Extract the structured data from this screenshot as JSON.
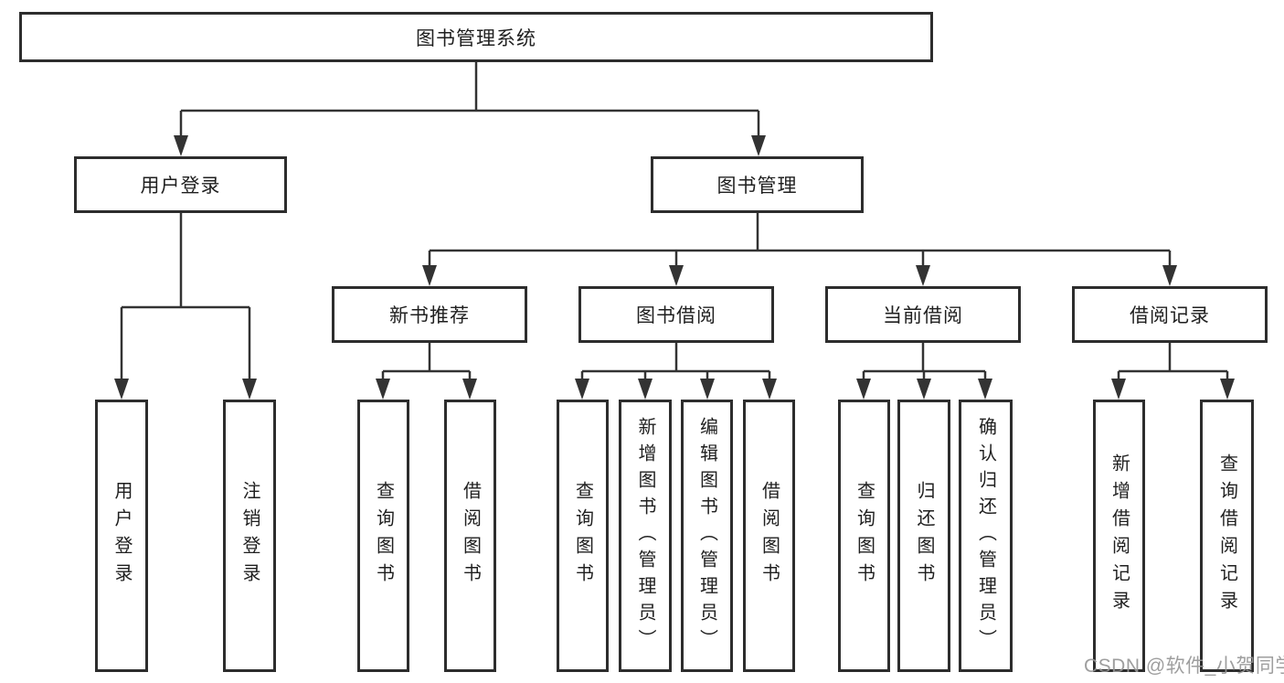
{
  "tree": {
    "root": "图书管理系统",
    "branches": [
      {
        "label": "用户登录",
        "leaves": [
          "用户登录",
          "注销登录"
        ]
      },
      {
        "label": "图书管理",
        "groups": [
          {
            "label": "新书推荐",
            "leaves": [
              "查询图书",
              "借阅图书"
            ]
          },
          {
            "label": "图书借阅",
            "leaves": [
              "查询图书",
              "新增图书（管理员）",
              "编辑图书（管理员）",
              "借阅图书"
            ]
          },
          {
            "label": "当前借阅",
            "leaves": [
              "查询图书",
              "归还图书",
              "确认归还（管理员）"
            ]
          },
          {
            "label": "借阅记录",
            "leaves": [
              "新增借阅记录",
              "查询借阅记录"
            ]
          }
        ]
      }
    ]
  },
  "watermark": "CSDN @软件_小贺同学",
  "colors": {
    "line": "#333333",
    "box_border": "#2d2d2d",
    "text": "#1f1f1f",
    "watermark": "#969696",
    "background": "#ffffff"
  }
}
